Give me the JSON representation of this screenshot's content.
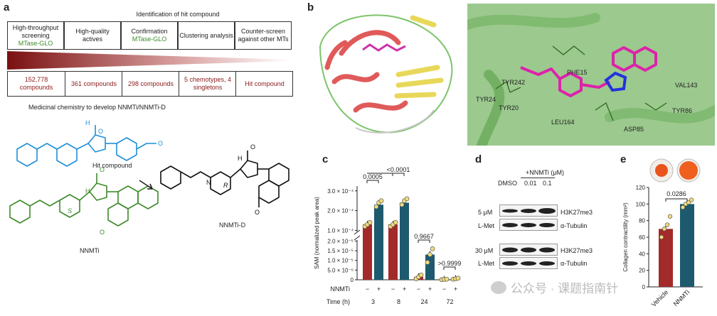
{
  "panels": {
    "a": "a",
    "b": "b",
    "c": "c",
    "d": "d",
    "e": "e"
  },
  "panel_a": {
    "title": "Identification of hit compound",
    "steps": [
      {
        "name": "High-throughput screening",
        "sub": "MTase-GLO",
        "result": "152,778 compounds"
      },
      {
        "name": "High-quality actives",
        "sub": "",
        "result": "361 compounds"
      },
      {
        "name": "Confirmation",
        "sub": "MTase-GLO",
        "result": "298 compounds"
      },
      {
        "name": "Clustering analysis",
        "sub": "",
        "result": "5 chemotypes, 4 singletons"
      },
      {
        "name": "Counter-screen against other MTs",
        "sub": "",
        "result": "Hit compound"
      }
    ],
    "medchem": "Medicinal chemistry to develop NNMTi/NNMTi-D",
    "hit_label": "Hit compound",
    "nnmti_label": "NNMTi",
    "nnmtid_label": "NNMTi-D",
    "atom_labels": {
      "H": "H",
      "N": "N",
      "O": "O",
      "S": "S",
      "R": "R"
    }
  },
  "panel_b": {
    "residues": [
      "TYR242",
      "PHE15",
      "TYR24",
      "TYR20",
      "LEU164",
      "ASP85",
      "VAL143",
      "TYR86"
    ]
  },
  "panel_c": {
    "ylabel": "SAM (normalized peak area)",
    "row_labels": {
      "nnmti": "NNMTi",
      "time": "Time (h)"
    },
    "signs": [
      "−",
      "+"
    ],
    "pvalues": [
      "0.0005",
      "<0.0001",
      "0.9667",
      ">0.9999"
    ],
    "ticks_top": [
      "3.0 × 10⁻⁴",
      "2.0 × 10⁻⁴",
      "1.0 × 10⁻⁴"
    ],
    "ticks_bottom": [
      "2.0 × 10⁻⁵",
      "1.5 × 10⁻⁵",
      "1.0 × 10⁻⁵",
      "5.0 × 10⁻⁶",
      "0"
    ]
  },
  "panel_d": {
    "header": "+NNMTi (μM)",
    "lanes": [
      "DMSO",
      "0.01",
      "0.1"
    ],
    "blocks": [
      {
        "cond1": "5 μM",
        "cond2": "L-Met",
        "bands": [
          "H3K27me3",
          "α-Tubulin"
        ]
      },
      {
        "cond1": "30 μM",
        "cond2": "L-Met",
        "bands": [
          "H3K27me3",
          "α-Tubulin"
        ]
      }
    ]
  },
  "panel_e": {
    "ylabel": "Collagen contractility (mm²)",
    "pvalue": "0.0286",
    "categories": [
      "Vehicle",
      "NNMTi"
    ],
    "ticks": [
      "0",
      "20",
      "40",
      "60",
      "80",
      "100",
      "120"
    ]
  },
  "watermark": "公众号 · 课题指南针",
  "chart_data": [
    {
      "type": "bar",
      "categories": [
        "3 −",
        "3 +",
        "8 −",
        "8 +",
        "24 −",
        "24 +",
        "72 −",
        "72 +"
      ],
      "values": [
        0.00013,
        0.00023,
        0.00013,
        0.00024,
        1.5e-06,
        1.3e-05,
        2e-07,
        5e-07
      ],
      "axis_break": true,
      "xlabel": "Time (h)",
      "ylabel": "SAM (normalized peak area)",
      "colors": {
        "minus": "#a32a2a",
        "plus": "#1d5a6e"
      }
    },
    {
      "type": "bar",
      "categories": [
        "Vehicle",
        "NNMTi"
      ],
      "values": [
        70,
        100
      ],
      "points": [
        [
          60,
          70,
          75,
          85
        ],
        [
          96,
          100,
          102,
          105
        ]
      ],
      "ylabel": "Collagen contractility (mm²)",
      "ylim": [
        0,
        120
      ],
      "colors": {
        "Vehicle": "#a32a2a",
        "NNMTi": "#1d5a6e"
      }
    }
  ]
}
